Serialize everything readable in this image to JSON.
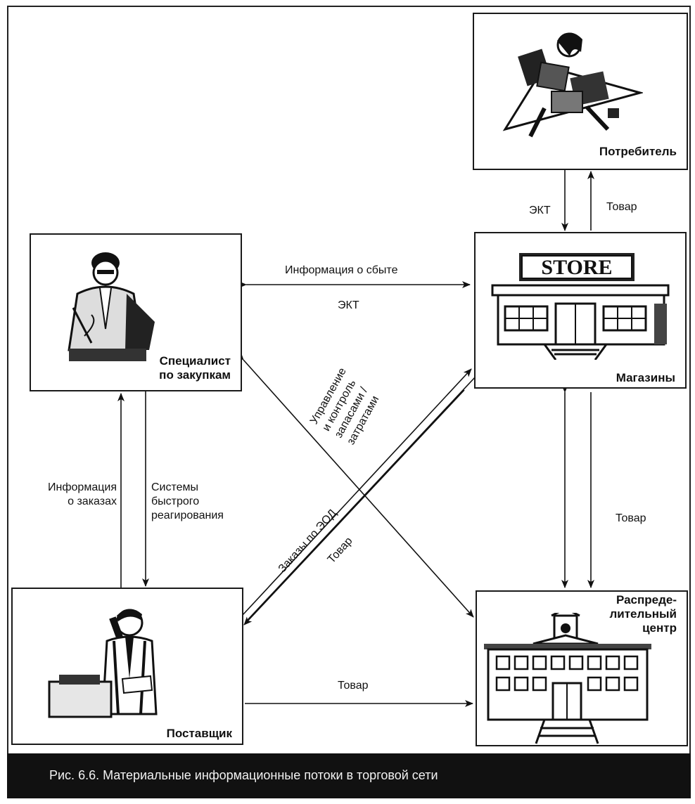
{
  "nodes": {
    "consumer": "Потребитель",
    "specialist": [
      "Специалист",
      "по закупкам"
    ],
    "stores": "Магазины",
    "supplier": "Поставщик",
    "distribution_center": [
      "Распреде-",
      "лительный",
      "центр"
    ]
  },
  "store_sign": "STORE",
  "flows": {
    "ekt_up": "ЭКТ",
    "goods_to_consumer": "Товар",
    "sales_info": "Информация о сбыте",
    "sales_ekt": "ЭКТ",
    "inventory_control": [
      "Управление",
      "и контроль",
      "запасами /",
      "затратами"
    ],
    "order_info": [
      "Информация",
      "о заказах"
    ],
    "quick_response": [
      "Системы",
      "быстрого",
      "реагирования"
    ],
    "edi_orders": "Заказы по ЭОД",
    "goods_diag": "Товар",
    "goods_dc_store": "Товар",
    "goods_supplier_dc": "Товар"
  },
  "caption": "Рис. 6.6. Материальные информационные потоки в торговой сети"
}
